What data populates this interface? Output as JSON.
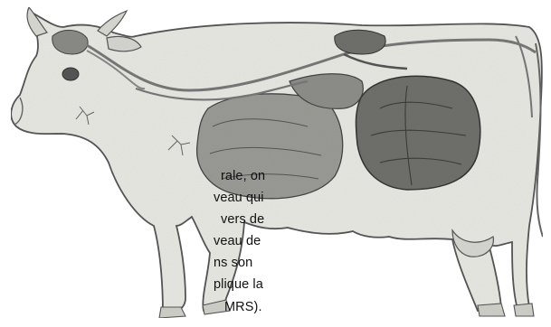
{
  "figure": {
    "subject": "cow-anatomy-illustration",
    "body_color": "#e7e7e2",
    "outline_color": "#555555",
    "organ_dark_color": "#6f6f6b",
    "organ_mid_color": "#9a9a95",
    "caption_lines": [
      "rale, on",
      "veau qui",
      "vers de",
      "veau de",
      "ns  son",
      "plique la",
      "MRS)."
    ]
  }
}
